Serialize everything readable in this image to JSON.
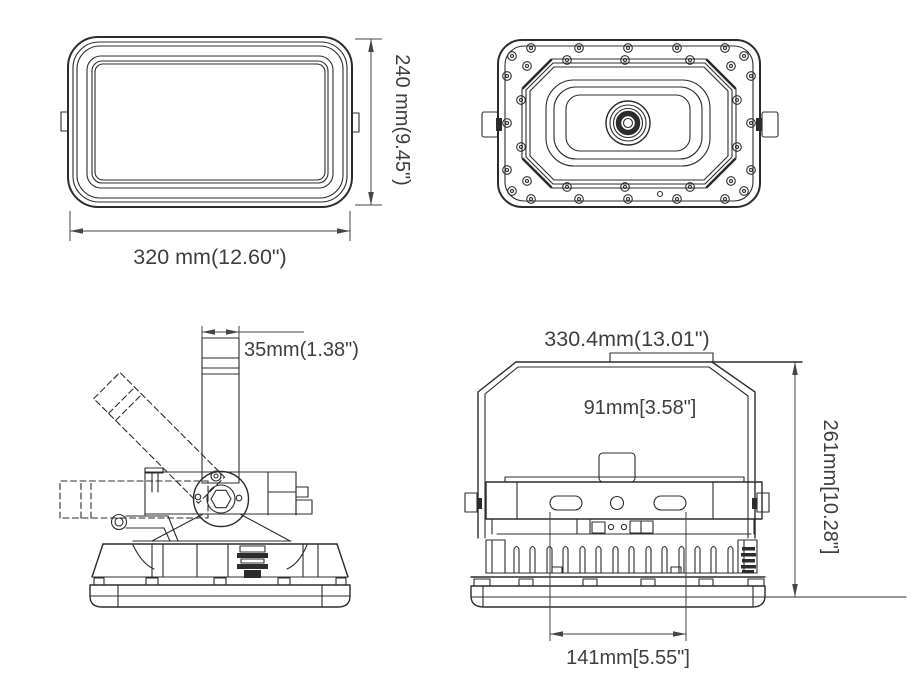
{
  "drawing": {
    "views": {
      "front": {
        "name": "front-view",
        "dim_width": "320 mm(12.60\")",
        "dim_height": "240 mm(9.45\")"
      },
      "back": {
        "name": "back-view"
      },
      "side": {
        "name": "side-view-bracket-up",
        "dim_arm_width": "35mm(1.38\")"
      },
      "mounted": {
        "name": "side-view-with-yoke",
        "dim_overall_width": "330.4mm(13.01\")",
        "dim_inner_width": "91mm[3.58\"]",
        "dim_height": "261mm[10.28\"]",
        "dim_hole_spacing": "141mm[5.55\"]"
      }
    },
    "colors": {
      "line": "#2c2c2c",
      "dimension": "#454545",
      "text": "#3e3e3e",
      "background": "#ffffff"
    }
  }
}
